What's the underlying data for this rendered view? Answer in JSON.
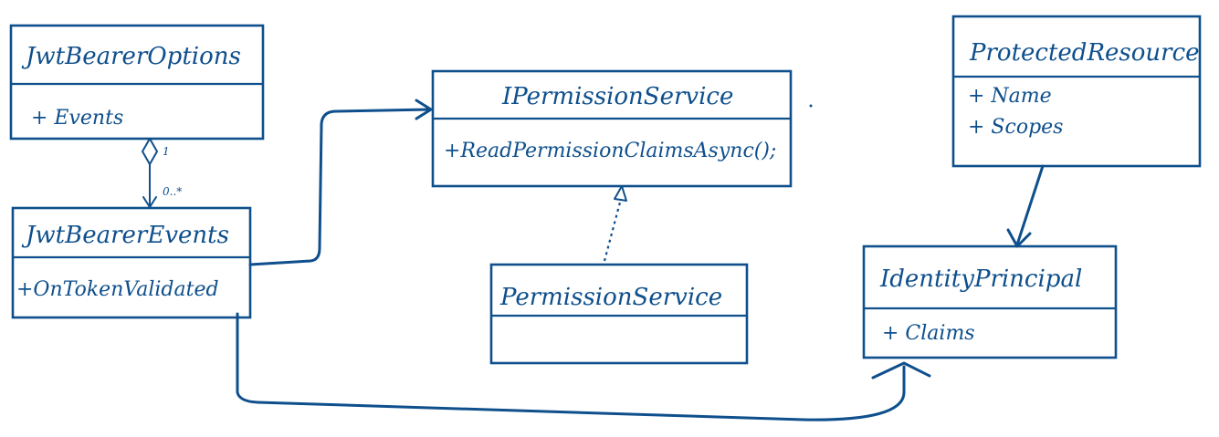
{
  "classes": {
    "jwt_bearer_options": {
      "name": "JwtBearerOptions",
      "members": [
        "+ Events"
      ]
    },
    "jwt_bearer_events": {
      "name": "JwtBearerEvents",
      "members": [
        "+OnTokenValidated"
      ]
    },
    "ipermission_service": {
      "name": "IPermissionService",
      "members": [
        "+ReadPermissionClaimsAsync();"
      ]
    },
    "permission_service": {
      "name": "PermissionService",
      "members": []
    },
    "protected_resource": {
      "name": "ProtectedResource",
      "members": [
        "+ Name",
        "+ Scopes"
      ]
    },
    "identity_principal": {
      "name": "IdentityPrincipal",
      "members": [
        "+ Claims"
      ]
    }
  },
  "multiplicity": {
    "one": "1",
    "many": "0..*"
  },
  "colors": {
    "ink": "#0e4f8c",
    "background": "#ffffff"
  }
}
